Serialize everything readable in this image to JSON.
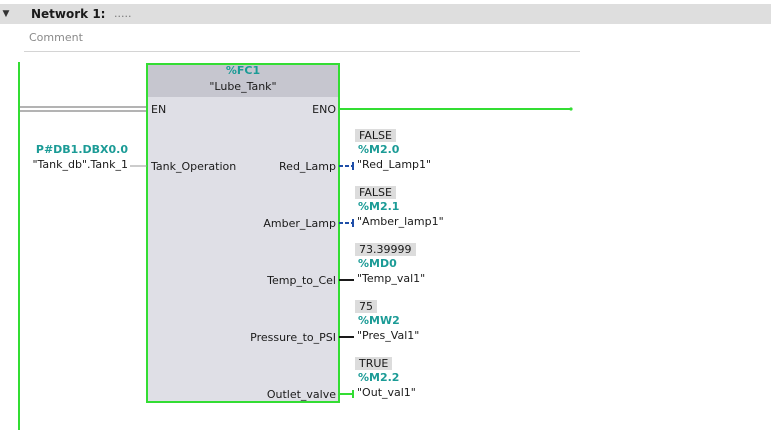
{
  "network": {
    "title": "Network 1:",
    "dots": ".....",
    "comment_placeholder": "Comment"
  },
  "block": {
    "address": "%FC1",
    "name": "\"Lube_Tank\"",
    "en": "EN",
    "eno": "ENO",
    "input_pin": "Tank_Operation",
    "input_address": "P#DB1.DBX0.0",
    "input_tag": "\"Tank_db\".Tank_1"
  },
  "outputs": [
    {
      "pin": "Red_Lamp",
      "value": "FALSE",
      "address": "%M2.0",
      "tag": "\"Red_Lamp1\""
    },
    {
      "pin": "Amber_Lamp",
      "value": "FALSE",
      "address": "%M2.1",
      "tag": "\"Amber_lamp1\""
    },
    {
      "pin": "Temp_to_Cel",
      "value": "73.39999",
      "address": "%MD0",
      "tag": "\"Temp_val1\""
    },
    {
      "pin": "Pressure_to_PSI",
      "value": "75",
      "address": "%MW2",
      "tag": "\"Pres_Val1\""
    },
    {
      "pin": "Outlet_valve",
      "value": "TRUE",
      "address": "%M2.2",
      "tag": "\"Out_val1\""
    }
  ],
  "colors": {
    "power_flow": "#33dd33",
    "block_fill": "#dfdfe6",
    "block_header": "#c6c6cf",
    "teal_text": "#1b9b96",
    "output_pin_dashed": "#1f4ea8"
  }
}
